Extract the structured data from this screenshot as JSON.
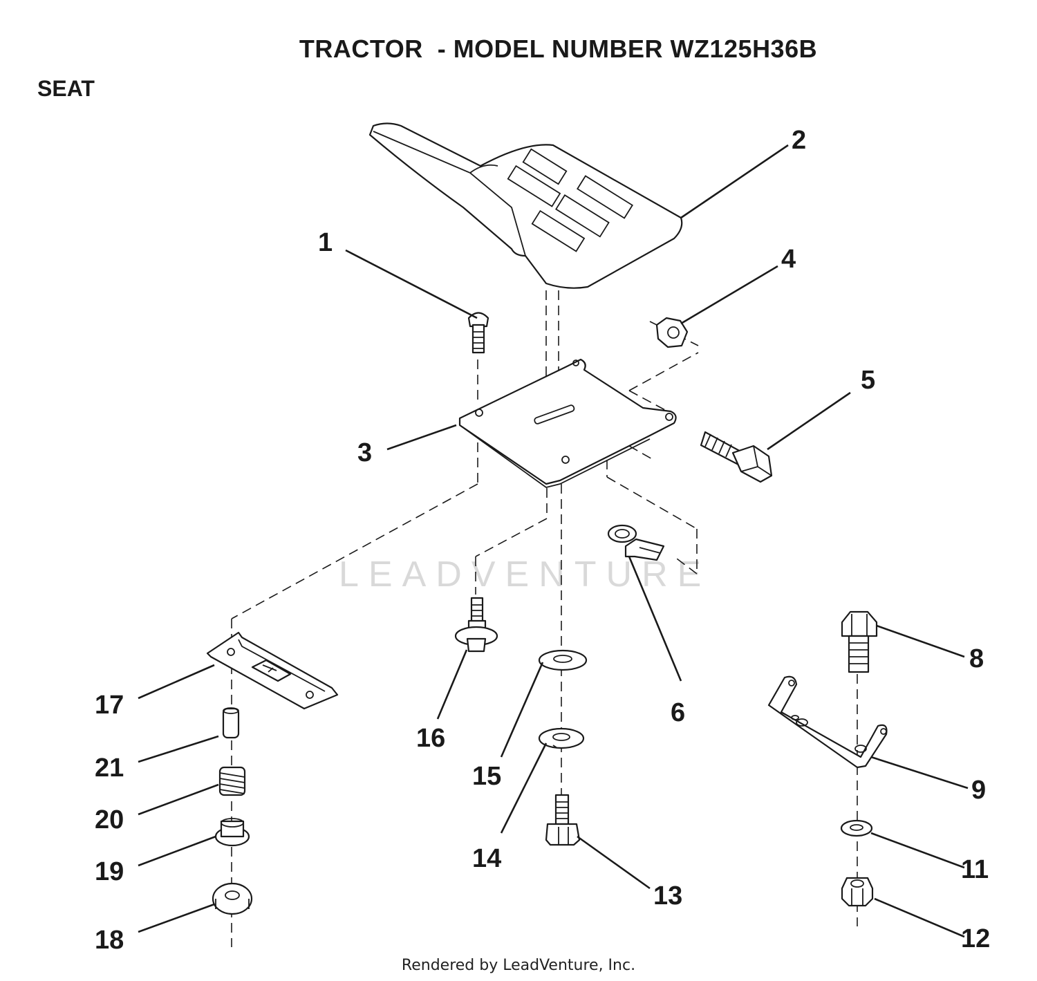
{
  "title": "TRACTOR  - MODEL NUMBER WZ125H36B",
  "section": "SEAT",
  "watermark": "LEADVENTURE",
  "footer": "Rendered by LeadVenture, Inc.",
  "parts": {
    "p1": "1",
    "p2": "2",
    "p3": "3",
    "p4": "4",
    "p5": "5",
    "p6": "6",
    "p8": "8",
    "p9": "9",
    "p11": "11",
    "p12": "12",
    "p13": "13",
    "p14": "14",
    "p15": "15",
    "p16": "16",
    "p17": "17",
    "p18": "18",
    "p19": "19",
    "p20": "20",
    "p21": "21"
  }
}
